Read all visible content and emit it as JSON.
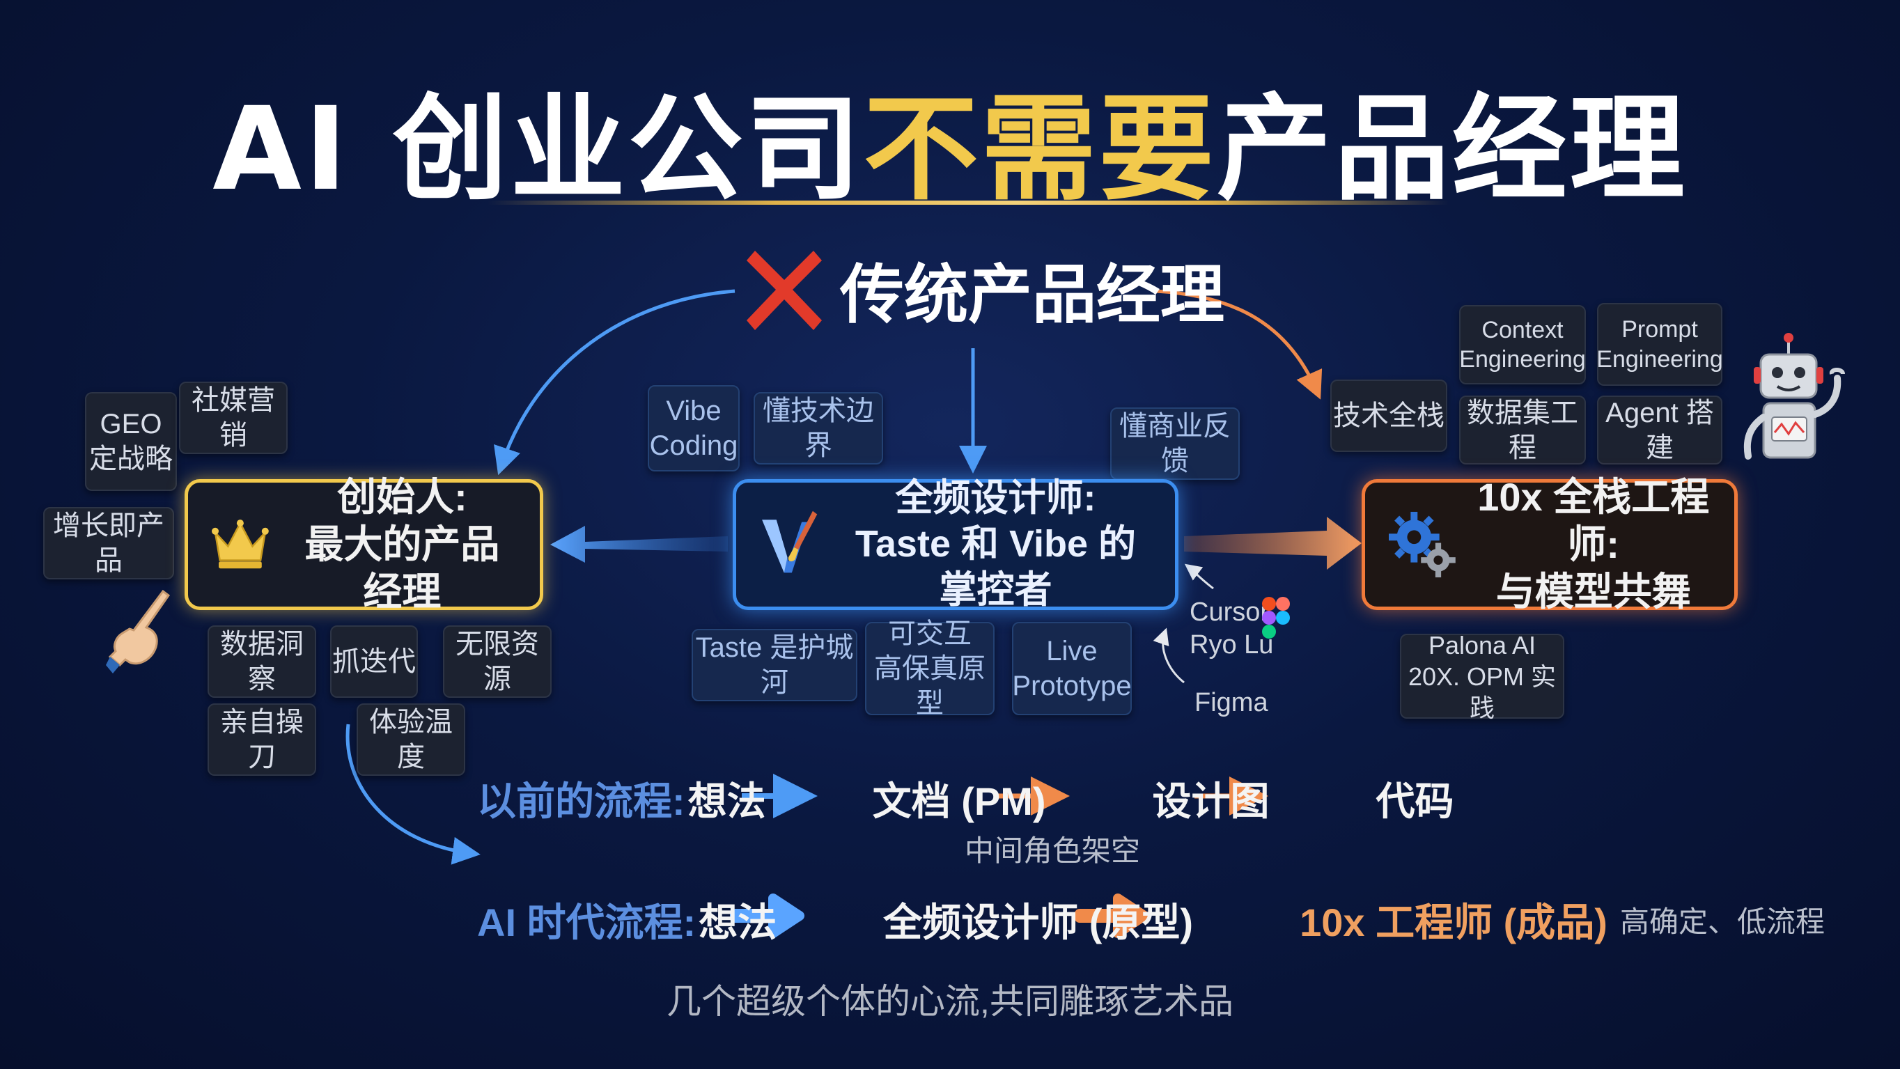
{
  "title": {
    "part1": "AI 创业公司",
    "highlight": "不需要",
    "part2": "产品经理"
  },
  "traditional_pm": {
    "label": "传统产品经理",
    "icon": "cross-mark-icon"
  },
  "founder": {
    "line1": "创始人:",
    "line2": "最大的产品经理",
    "icon": "crown-icon",
    "tags": [
      "GEO\n定战略",
      "社媒营销",
      "增长即产品",
      "数据洞察",
      "抓迭代",
      "无限资源",
      "亲自操刀",
      "体验温度"
    ]
  },
  "designer": {
    "line1": "全频设计师:",
    "line2": "Taste 和 Vibe 的掌控者",
    "icon": "brush-v-logo-icon",
    "tags_top": [
      "Vibe\nCoding",
      "懂技术边界",
      "懂商业反馈"
    ],
    "tags_bottom": [
      "Taste 是护城河",
      "可交互\n高保真原型",
      "Live\nPrototype"
    ],
    "tools": {
      "cursor": "Cursor",
      "ryo": "Ryo Lu",
      "figma": "Figma"
    }
  },
  "engineer": {
    "line1": "10x 全栈工程师:",
    "line2": "与模型共舞",
    "icon": "gears-icon",
    "tags": [
      "技术全栈",
      "Context\nEngineering",
      "Prompt\nEngineering",
      "数据集工程",
      "Agent 搭建",
      "Palona AI\n20X. OPM 实践"
    ]
  },
  "old_flow": {
    "label": "以前的流程:",
    "steps": [
      "想法",
      "文档 (PM)",
      "设计图",
      "代码"
    ],
    "note": "中间角色架空"
  },
  "ai_flow": {
    "label": "AI 时代流程:",
    "steps": [
      "想法",
      "全频设计师 (原型)",
      "10x 工程师 (成品)"
    ],
    "suffix": "高确定、低流程"
  },
  "bottom_note": "几个超级个体的心流,共同雕琢艺术品",
  "colors": {
    "gold": "#f2c94c",
    "blue": "#3c8ef0",
    "orange": "#f07a3a",
    "red": "#e23a2a"
  }
}
